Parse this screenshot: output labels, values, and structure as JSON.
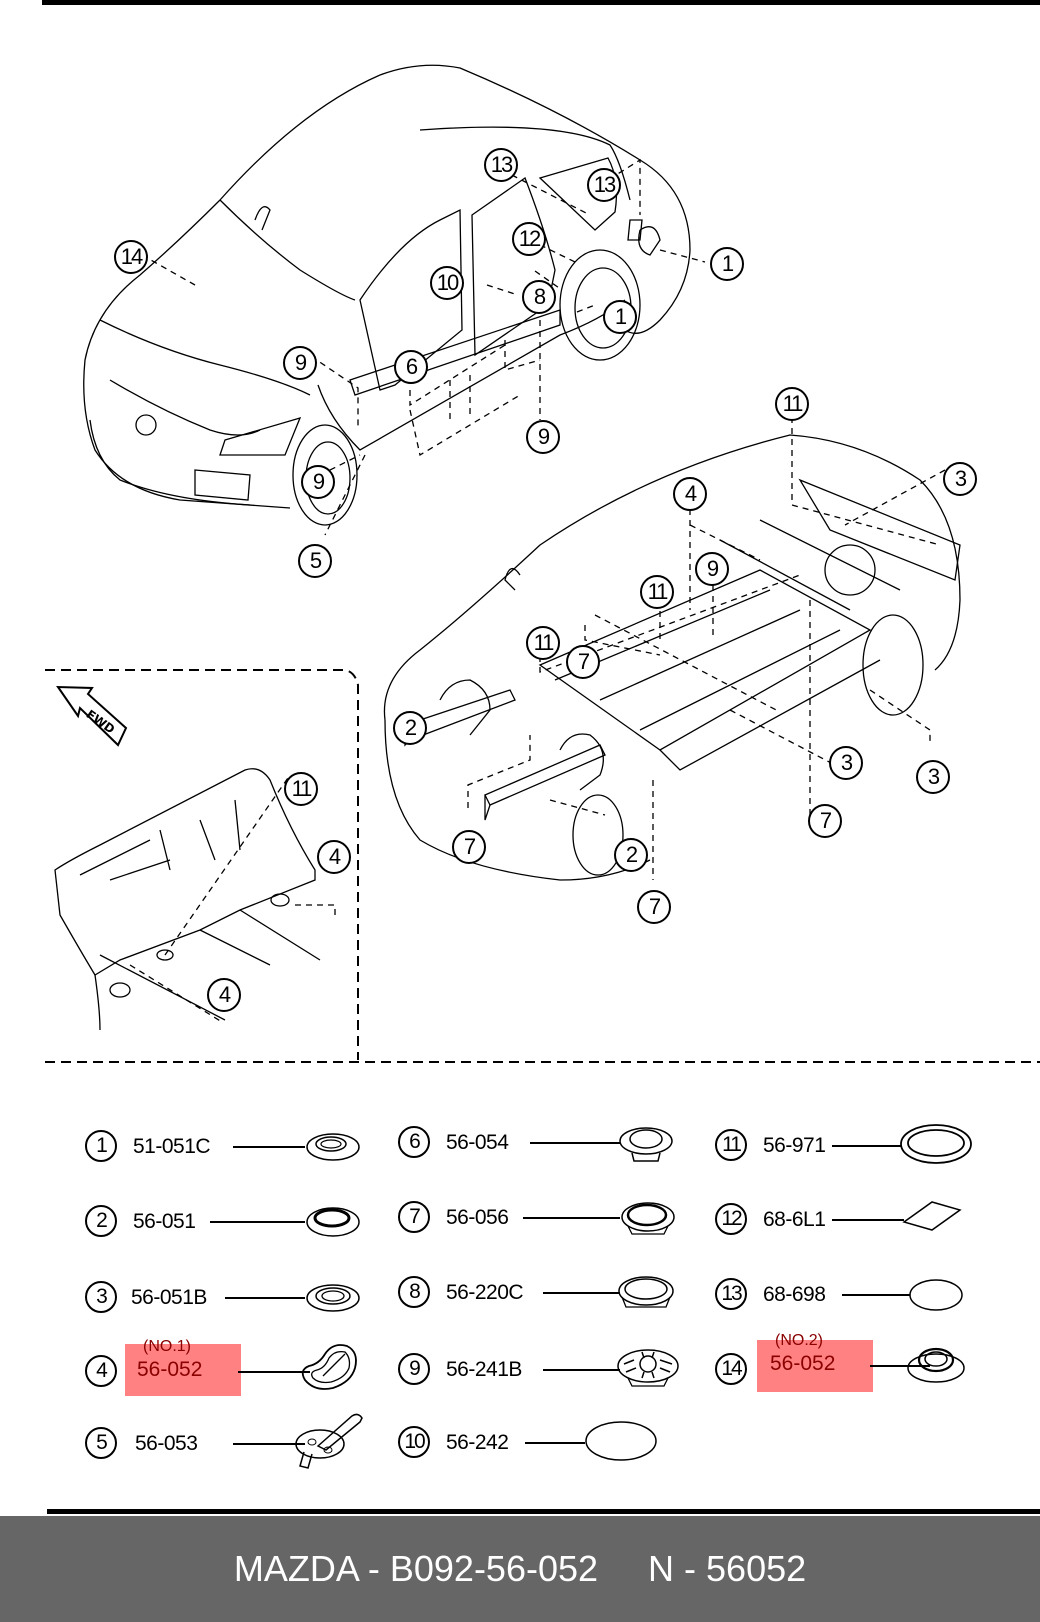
{
  "diagram": {
    "type": "parts-exploded-view",
    "fwd_label": "FWD",
    "callouts_upper_car": [
      "14",
      "13",
      "13",
      "12",
      "10",
      "8",
      "1",
      "1",
      "9",
      "6",
      "9",
      "9",
      "5"
    ],
    "callouts_underbody": [
      "11",
      "4",
      "9",
      "11",
      "11",
      "7",
      "3",
      "2",
      "3",
      "3",
      "7",
      "2",
      "7",
      "7"
    ],
    "callouts_inset": [
      "11",
      "4",
      "4"
    ]
  },
  "legend": {
    "items": [
      {
        "num": "1",
        "code": "51-051C"
      },
      {
        "num": "2",
        "code": "56-051"
      },
      {
        "num": "3",
        "code": "56-051B"
      },
      {
        "num": "4",
        "code": "56-052",
        "note": "(NO.1)",
        "highlighted": true
      },
      {
        "num": "5",
        "code": "56-053"
      },
      {
        "num": "6",
        "code": "56-054"
      },
      {
        "num": "7",
        "code": "56-056"
      },
      {
        "num": "8",
        "code": "56-220C"
      },
      {
        "num": "9",
        "code": "56-241B"
      },
      {
        "num": "10",
        "code": "56-242"
      },
      {
        "num": "11",
        "code": "56-971"
      },
      {
        "num": "12",
        "code": "68-6L1"
      },
      {
        "num": "13",
        "code": "68-698"
      },
      {
        "num": "14",
        "code": "56-052",
        "note": "(NO.2)",
        "highlighted": true
      }
    ]
  },
  "colors": {
    "highlight": "#ff6b6b",
    "highlight_text": "#8b0000",
    "footer_bg": "#666666",
    "footer_text": "#ffffff"
  },
  "footer": {
    "text": "MAZDA - B092-56-052     N - 56052"
  }
}
